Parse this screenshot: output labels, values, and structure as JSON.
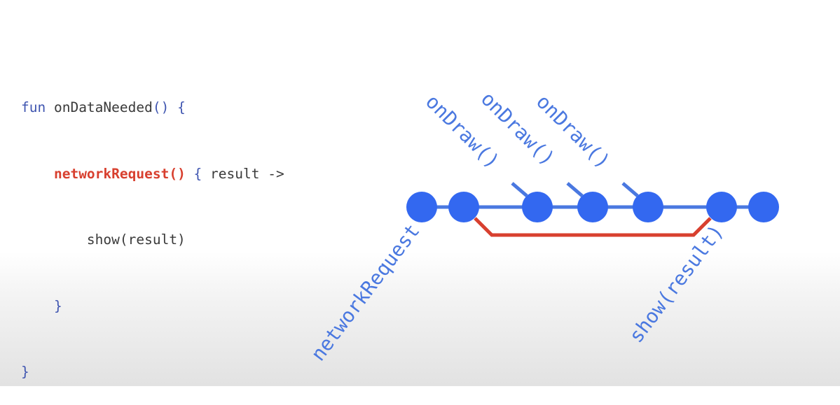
{
  "code": {
    "line1": {
      "keyword": "fun",
      "name": " onDataNeeded",
      "parens": "()",
      "open": " {"
    },
    "line2": {
      "indent": "    ",
      "call": "networkRequest()",
      "rest_brace": " {",
      "rest": " result ->"
    },
    "line3": {
      "indent": "        ",
      "text": "show(result)"
    },
    "line4": {
      "indent": "    ",
      "close": "}"
    },
    "line5": {
      "close": "}"
    }
  },
  "diagram": {
    "labels": {
      "on_draw_1": "onDraw()",
      "on_draw_2": "onDraw()",
      "on_draw_3": "onDraw()",
      "network_request": "networkRequest",
      "show_result": "show(result)"
    },
    "colors": {
      "timeline": "#4a78e0",
      "node": "#3368f0",
      "async_path": "#d8402f",
      "code_keyword": "#3f55b0",
      "code_highlight": "#d8402f"
    }
  }
}
